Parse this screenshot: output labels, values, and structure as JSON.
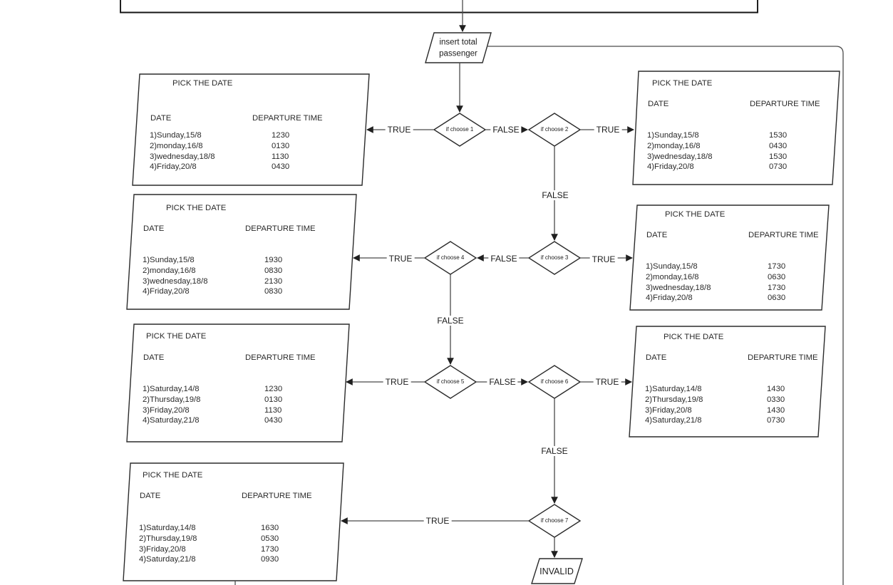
{
  "flow": {
    "io_top": {
      "line1": "insert total",
      "line2": "passenger"
    },
    "invalid": "INVALID",
    "true_label": "TRUE",
    "false_label": "FALSE",
    "box_title": "PICK THE DATE",
    "headers": {
      "date": "DATE",
      "time": "DEPARTURE TIME"
    },
    "decisions": [
      {
        "label": "if choose 1"
      },
      {
        "label": "if choose 2"
      },
      {
        "label": "if choose 3"
      },
      {
        "label": "if choose 4"
      },
      {
        "label": "if choose 5"
      },
      {
        "label": "if choose 6"
      },
      {
        "label": "if choose 7"
      }
    ],
    "boxes": [
      {
        "rows": [
          {
            "date": "1)Sunday,15/8",
            "time": "1230"
          },
          {
            "date": "2)monday,16/8",
            "time": "0130"
          },
          {
            "date": "3)wednesday,18/8",
            "time": "1130"
          },
          {
            "date": "4)Friday,20/8",
            "time": "0430"
          }
        ]
      },
      {
        "rows": [
          {
            "date": "1)Sunday,15/8",
            "time": "1530"
          },
          {
            "date": "2)monday,16/8",
            "time": "0430"
          },
          {
            "date": "3)wednesday,18/8",
            "time": "1530"
          },
          {
            "date": "4)Friday,20/8",
            "time": "0730"
          }
        ]
      },
      {
        "rows": [
          {
            "date": "1)Sunday,15/8",
            "time": "1930"
          },
          {
            "date": "2)monday,16/8",
            "time": "0830"
          },
          {
            "date": "3)wednesday,18/8",
            "time": "2130"
          },
          {
            "date": "4)Friday,20/8",
            "time": "0830"
          }
        ]
      },
      {
        "rows": [
          {
            "date": "1)Sunday,15/8",
            "time": "1730"
          },
          {
            "date": "2)monday,16/8",
            "time": "0630"
          },
          {
            "date": "3)wednesday,18/8",
            "time": "1730"
          },
          {
            "date": "4)Friday,20/8",
            "time": "0630"
          }
        ]
      },
      {
        "rows": [
          {
            "date": "1)Saturday,14/8",
            "time": "1230"
          },
          {
            "date": "2)Thursday,19/8",
            "time": "0130"
          },
          {
            "date": "3)Friday,20/8",
            "time": "1130"
          },
          {
            "date": "4)Saturday,21/8",
            "time": "0430"
          }
        ]
      },
      {
        "rows": [
          {
            "date": "1)Saturday,14/8",
            "time": "1430"
          },
          {
            "date": "2)Thursday,19/8",
            "time": "0330"
          },
          {
            "date": "3)Friday,20/8",
            "time": "1430"
          },
          {
            "date": "4)Saturday,21/8",
            "time": "0730"
          }
        ]
      },
      {
        "rows": [
          {
            "date": "1)Saturday,14/8",
            "time": "1630"
          },
          {
            "date": "2)Thursday,19/8",
            "time": "0530"
          },
          {
            "date": "3)Friday,20/8",
            "time": "1730"
          },
          {
            "date": "4)Saturday,21/8",
            "time": "0930"
          }
        ]
      }
    ],
    "colors": {
      "line": "#4a4a4a",
      "shape_stroke": "#2b2b2b",
      "text": "#1c1c1c",
      "background": "#ffffff"
    }
  }
}
